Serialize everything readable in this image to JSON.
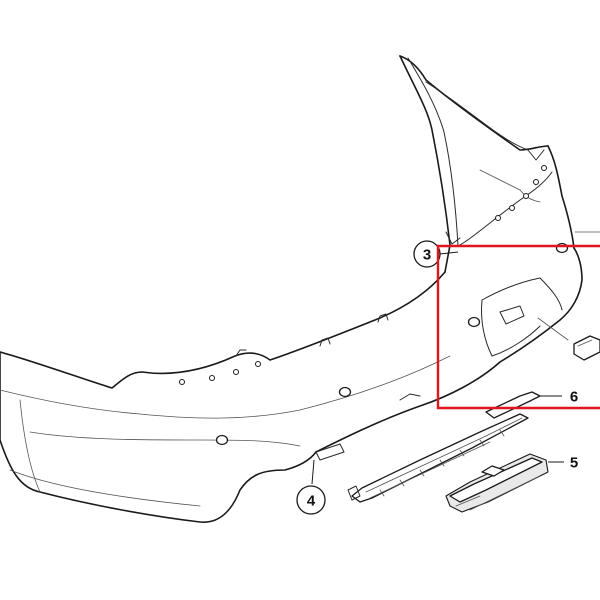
{
  "callouts": [
    {
      "id": "3",
      "label": "3"
    },
    {
      "id": "4",
      "label": "4"
    },
    {
      "id": "5",
      "label": "5"
    },
    {
      "id": "6",
      "label": "6"
    }
  ],
  "highlight": {
    "color": "#e0151f"
  }
}
